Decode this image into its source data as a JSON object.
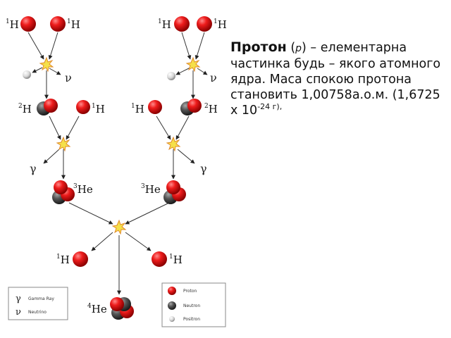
{
  "labels": {
    "h1": "H",
    "h1_mass": "1",
    "h2": "H",
    "h2_mass": "2",
    "he3": "He",
    "he3_mass": "3",
    "he4": "He",
    "he4_mass": "4",
    "nu": "ν",
    "gamma": "γ"
  },
  "legend_left": {
    "gamma_symbol": "γ",
    "gamma_text": "Gamma Ray",
    "nu_symbol": "ν",
    "nu_text": "Neutrino"
  },
  "legend_right": {
    "proton": "Proton",
    "neutron": "Neutron",
    "positron": "Positron"
  },
  "text": {
    "term": "Протон",
    "open_paren": " (",
    "symbol": "p",
    "close_paren": ") –",
    "line1": "елементарна частинка будь – якого атомного ядра.",
    "line2": "Маса спокою протона становить 1,00758а.о.м.",
    "line3_pre": "(1,6725 x 10",
    "line3_exp": "-24 г),"
  },
  "colors": {
    "proton": "#e01010",
    "neutron": "#555555",
    "positron": "#e0e0e0",
    "flash": "#f5e04a"
  }
}
